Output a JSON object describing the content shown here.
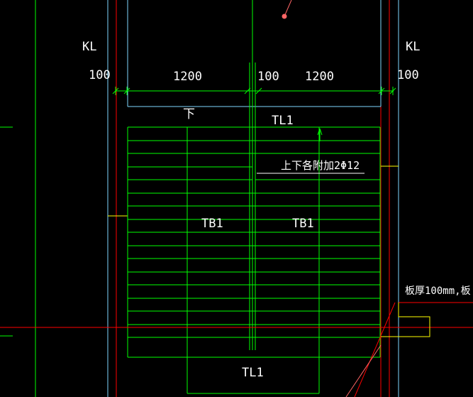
{
  "labels": {
    "kl_left": "KL",
    "kl_right": "KL",
    "dim_100_left": "100",
    "dim_1200_left": "1200",
    "dim_100_mid": "100",
    "dim_1200_right": "1200",
    "dim_100_right": "100",
    "down": "下",
    "tl1_top": "TL1",
    "rebar_note": "上下各附加2Φ12",
    "tb1_left": "TB1",
    "tb1_right": "TB1",
    "slab_note": "板厚100mm,板",
    "tl1_bottom": "TL1"
  },
  "colors": {
    "background": "#000000",
    "green": "#00ff00",
    "cyan": "#7fd8ff",
    "red": "#ff0000",
    "yellow": "#ffff00",
    "pink": "#ff6666",
    "text": "#ffffff"
  }
}
